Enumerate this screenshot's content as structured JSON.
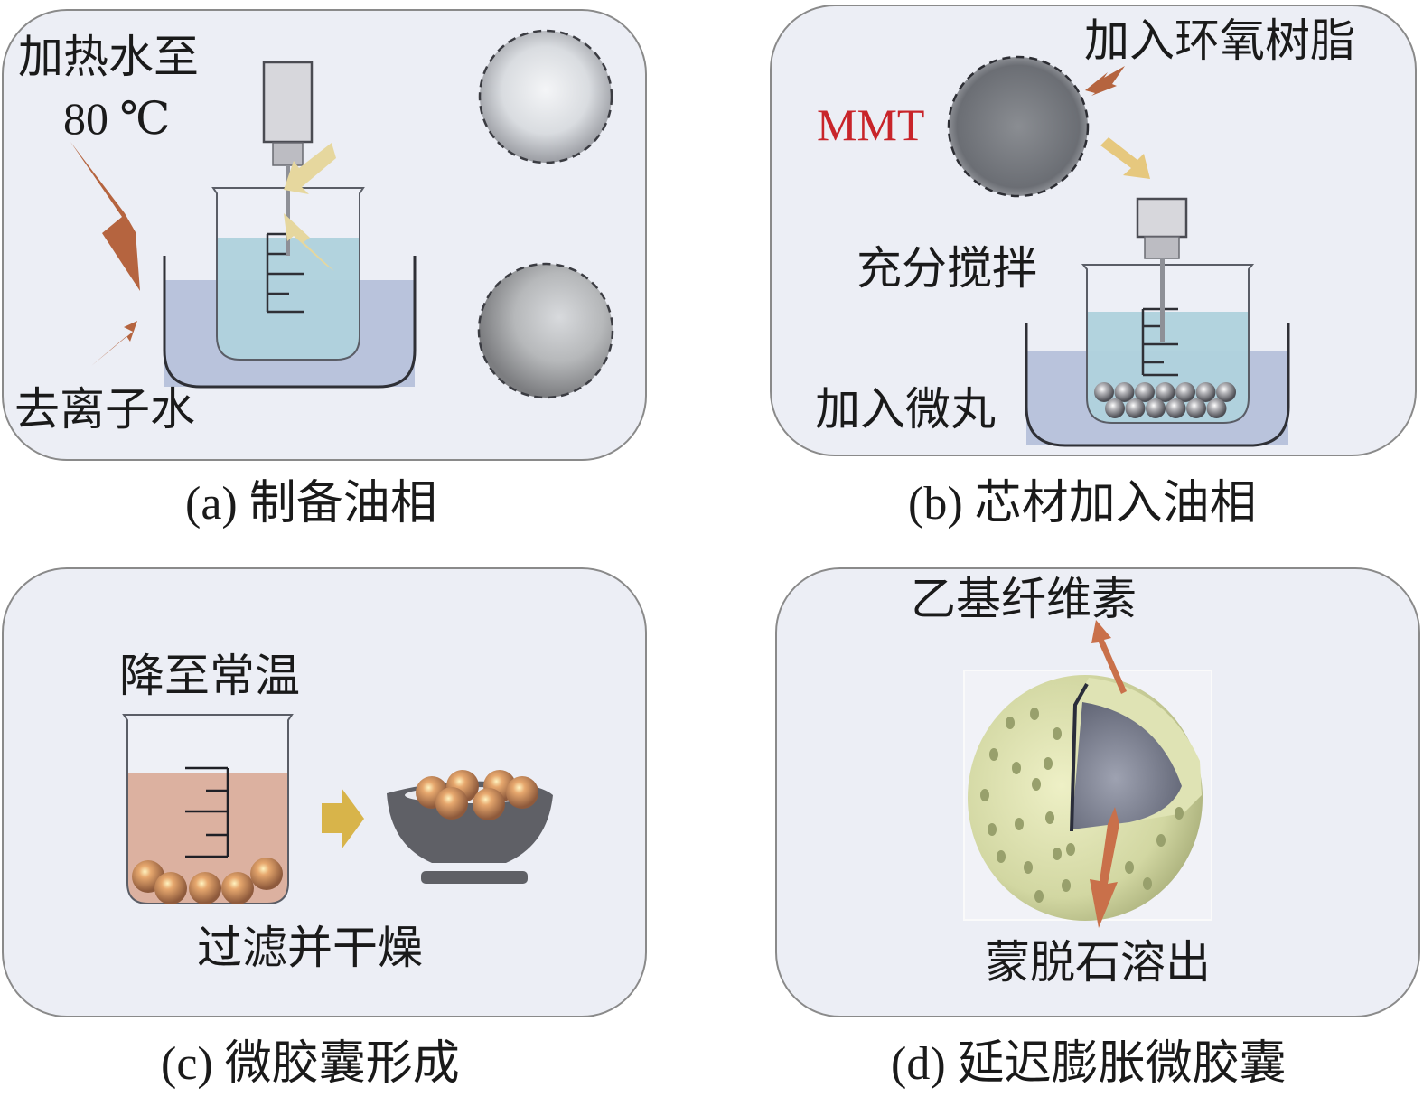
{
  "figure": {
    "panels": [
      {
        "id": "a",
        "caption": "(a) 制备油相",
        "labels": {
          "heat_line1": "加热水至",
          "heat_line2": "80 ℃",
          "water": "去离子水"
        },
        "items": [
          "beaker-in-water-bath",
          "stirrer",
          "powder-sample-light",
          "powder-sample-grey"
        ]
      },
      {
        "id": "b",
        "caption": "(b) 芯材加入油相",
        "labels": {
          "add_epoxy": "加入环氧树脂",
          "mmt": "MMT",
          "stir": "充分搅拌",
          "add_pellets": "加入微丸"
        },
        "items": [
          "mmt-powder",
          "beaker-in-water-bath",
          "stirrer",
          "grey-pellets"
        ]
      },
      {
        "id": "c",
        "caption": "(c) 微胶囊形成",
        "labels": {
          "cool": "降至常温",
          "filter_dry": "过滤并干燥"
        },
        "items": [
          "beaker-with-microcapsules",
          "arrow",
          "bowl-with-microcapsules"
        ]
      },
      {
        "id": "d",
        "caption": "(d) 延迟膨胀微胶囊",
        "labels": {
          "shell": "乙基纤维素",
          "release": "蒙脱石溶出"
        },
        "items": [
          "cutaway-microcapsule"
        ]
      }
    ],
    "colors": {
      "panel_bg": "#eceef5",
      "panel_border": "#8a8a8a",
      "bath_water": "#b9c3dc",
      "beaker_liquid": "#abcfdc",
      "brown_arrow": "#b5643f",
      "yellow_arrow": "#e6d79e",
      "gold_arrow": "#d8b44a",
      "mmt_text": "#c8242a",
      "copper_liquid": "#dcb1a0",
      "bowl": "#5f6066",
      "shell": "#d7dcaa",
      "core": "#6d7283"
    }
  }
}
